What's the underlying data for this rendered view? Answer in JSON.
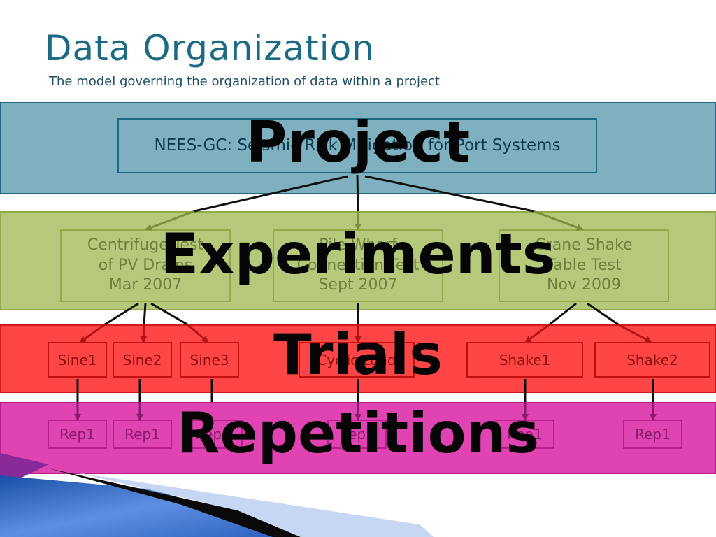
{
  "slide": {
    "title": "Data Organization",
    "subtitle": "The model governing the organization of data within a project"
  },
  "levels": {
    "project": "Project",
    "experiments": "Experiments",
    "trials": "Trials",
    "repetitions": "Repetitions"
  },
  "project": {
    "name": "NEES-GC: Seismic Risk Mitigation for Port Systems"
  },
  "experiments": [
    {
      "line1": "Centrifuge Test",
      "line2": "of PV Drains",
      "line3": "Mar 2007"
    },
    {
      "line1": "Pile-Wharf",
      "line2": "Connection Test",
      "line3": "Sept 2007"
    },
    {
      "line1": "Crane Shake",
      "line2": "Table Test",
      "line3": "Nov 2009"
    }
  ],
  "trials": [
    "Sine1",
    "Sine2",
    "Sine3",
    "Cyclic Load",
    "Shake1",
    "Shake2"
  ],
  "repetitions": [
    "Rep1",
    "Rep1",
    "Rep1",
    "Rep1",
    "Rep1",
    "Rep1"
  ],
  "colors": {
    "project_band": "#7fb0c0",
    "experiments_band": "#b6c97a",
    "trials_band": "#ff4545",
    "repetitions_band": "#df44b2",
    "title": "#1f6a83"
  }
}
